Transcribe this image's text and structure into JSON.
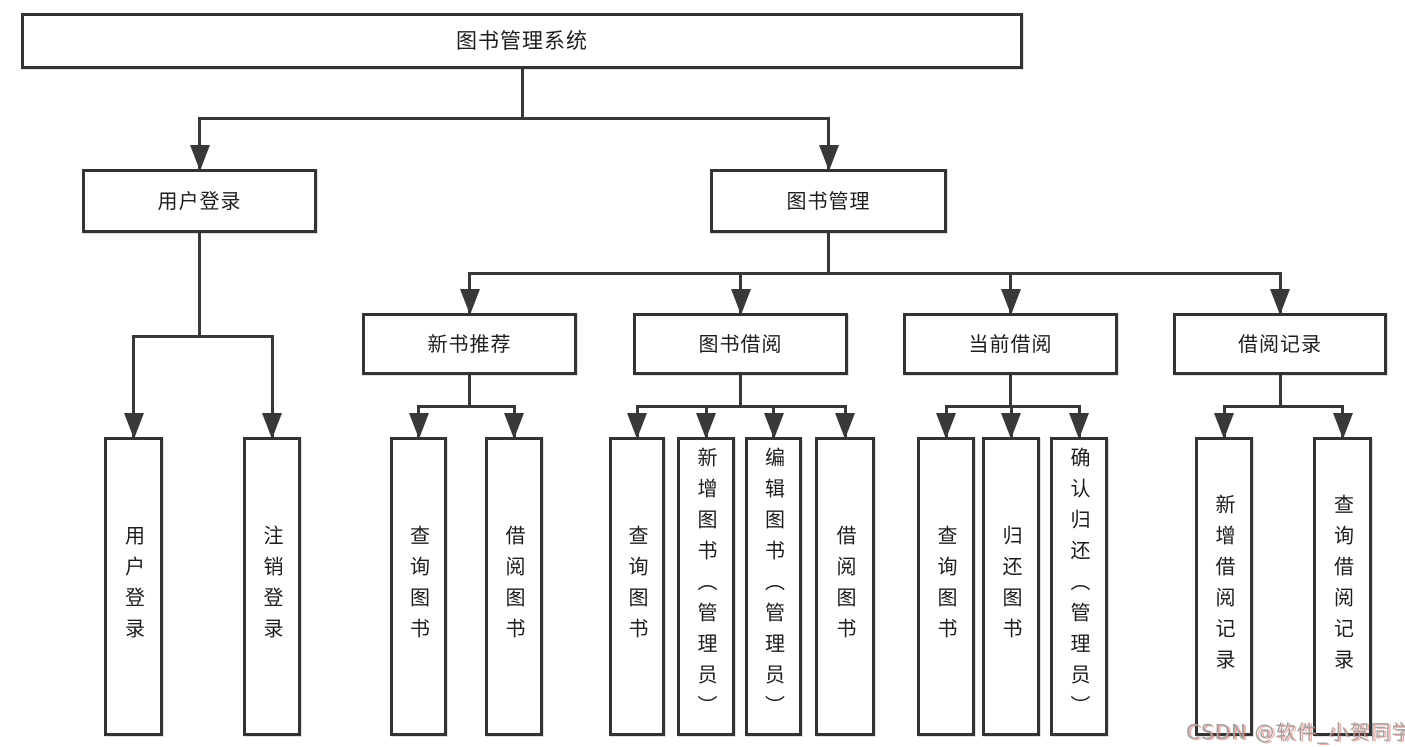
{
  "diagram": {
    "tree": {
      "id": "root",
      "label": "图书管理系统",
      "children": [
        {
          "id": "user-login",
          "label": "用户登录",
          "children": [
            {
              "id": "leaf-user-login",
              "label": "用户登录"
            },
            {
              "id": "leaf-logout",
              "label": "注销登录"
            }
          ]
        },
        {
          "id": "book-mgmt",
          "label": "图书管理",
          "children": [
            {
              "id": "new-book-rec",
              "label": "新书推荐",
              "children": [
                {
                  "id": "nbr-query",
                  "label": "查询图书"
                },
                {
                  "id": "nbr-borrow",
                  "label": "借阅图书"
                }
              ]
            },
            {
              "id": "book-borrow",
              "label": "图书借阅",
              "children": [
                {
                  "id": "bb-query",
                  "label": "查询图书"
                },
                {
                  "id": "bb-add",
                  "label": "新增图书（管理员）"
                },
                {
                  "id": "bb-edit",
                  "label": "编辑图书（管理员）"
                },
                {
                  "id": "bb-borrow",
                  "label": "借阅图书"
                }
              ]
            },
            {
              "id": "current-borrow",
              "label": "当前借阅",
              "children": [
                {
                  "id": "cb-query",
                  "label": "查询图书"
                },
                {
                  "id": "cb-return",
                  "label": "归还图书"
                },
                {
                  "id": "cb-confirm",
                  "label": "确认归还（管理员）"
                }
              ]
            },
            {
              "id": "borrow-records",
              "label": "借阅记录",
              "children": [
                {
                  "id": "br-add",
                  "label": "新增借阅记录"
                },
                {
                  "id": "br-query",
                  "label": "查询借阅记录"
                }
              ]
            }
          ]
        }
      ]
    }
  },
  "watermark": {
    "text": "CSDN @软件_小贺同学"
  },
  "colors": {
    "line": "#383838",
    "border": "#333333",
    "text": "#1d1d1d",
    "background": "#ffffff",
    "watermark": "#a3a3a3"
  }
}
